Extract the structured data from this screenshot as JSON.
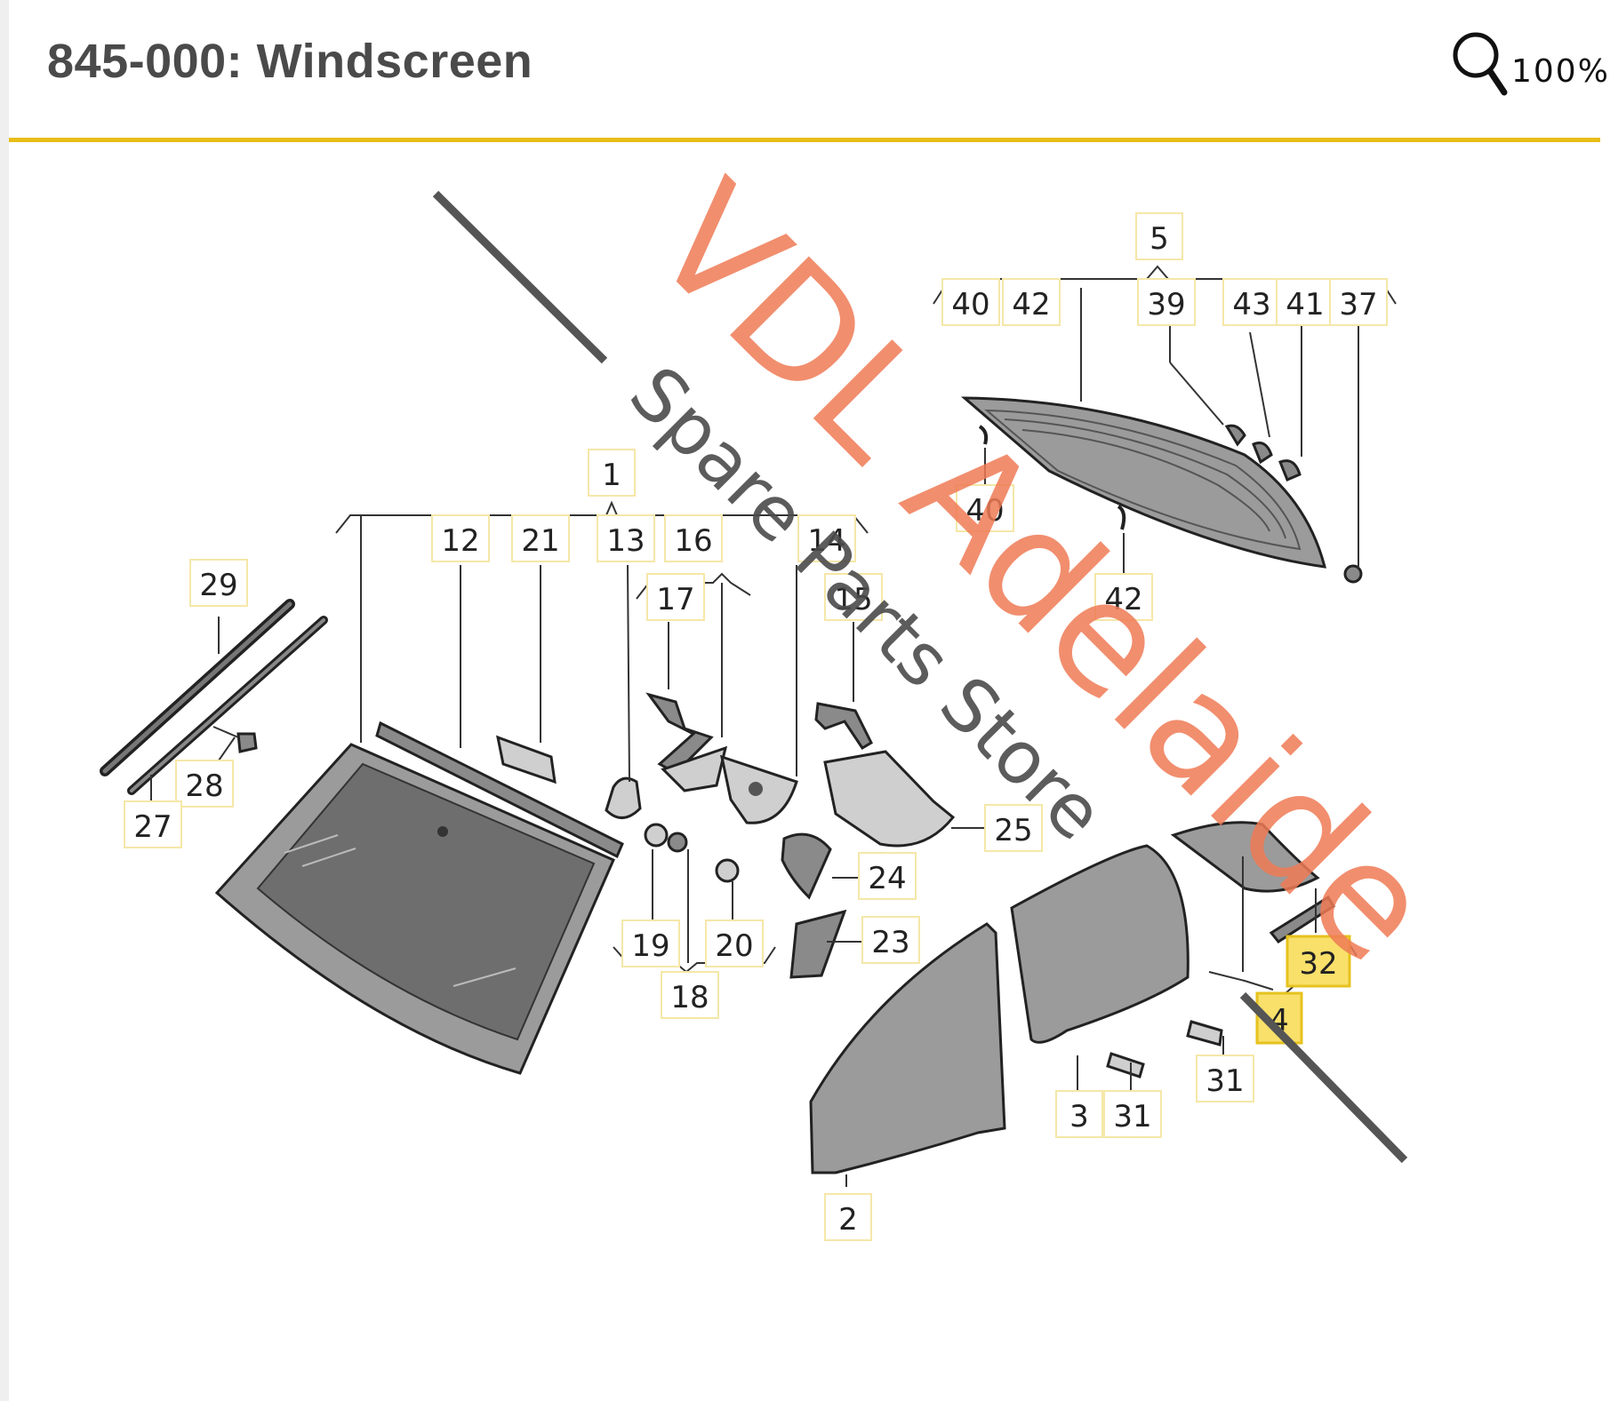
{
  "header": {
    "title": "845-000: Windscreen",
    "zoom_level": "100%"
  },
  "colors": {
    "accent_rule": "#e8bd18",
    "highlight": "#f9e06a",
    "watermark_red": "#ef7a55"
  },
  "watermark": {
    "line1": "VDL Adelaide",
    "line2": "Spare Parts Store"
  },
  "callouts": {
    "c1": "1",
    "c2": "2",
    "c3": "3",
    "c4": "4",
    "c5": "5",
    "c12": "12",
    "c13": "13",
    "c14": "14",
    "c15": "15",
    "c16": "16",
    "c17": "17",
    "c18": "18",
    "c19": "19",
    "c20": "20",
    "c21": "21",
    "c23": "23",
    "c24": "24",
    "c25": "25",
    "c27": "27",
    "c28": "28",
    "c29": "29",
    "c31a": "31",
    "c31b": "31",
    "c32": "32",
    "c37": "37",
    "c39": "39",
    "c40a": "40",
    "c40b": "40",
    "c41": "41",
    "c42a": "42",
    "c42b": "42",
    "c43": "43"
  },
  "highlighted": [
    "32",
    "4"
  ]
}
